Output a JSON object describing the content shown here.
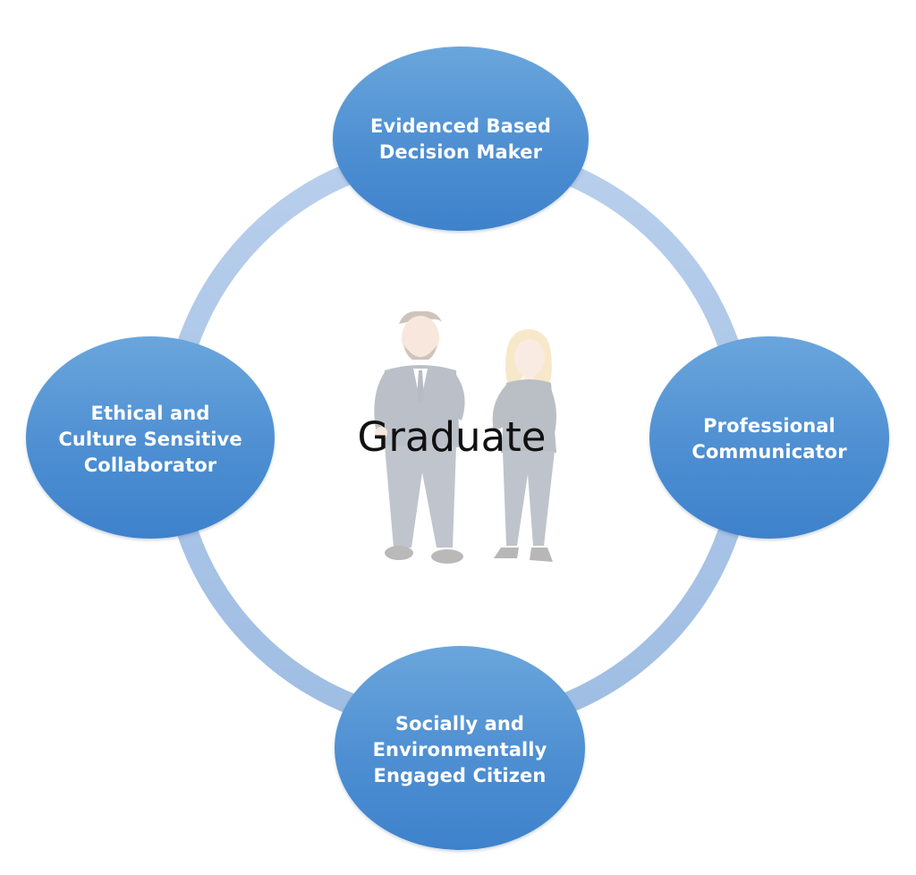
{
  "diagram": {
    "center": {
      "title": "Graduate",
      "illustration": "two-graduates-illustration"
    },
    "nodes": [
      {
        "id": "top",
        "label": "Evidenced Based\nDecision Maker"
      },
      {
        "id": "right",
        "label": "Professional\nCommunicator"
      },
      {
        "id": "bottom",
        "label": "Socially and\nEnvironmentally\nEngaged Citizen"
      },
      {
        "id": "left",
        "label": "Ethical and\nCulture Sensitive\nCollaborator"
      }
    ],
    "colors": {
      "node_fill": "#4e8fd2",
      "ring": "#a9c3e6",
      "node_text": "#ffffff",
      "center_text": "#111111"
    }
  }
}
